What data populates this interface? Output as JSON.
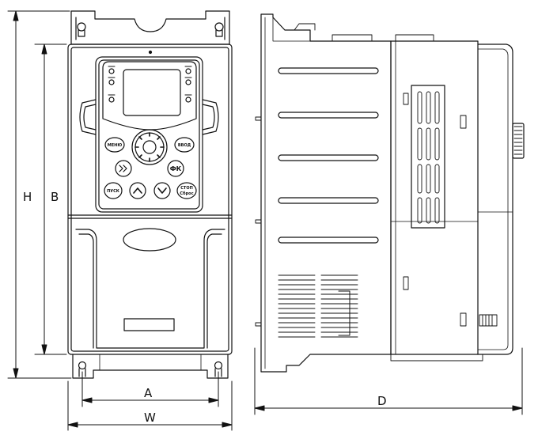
{
  "dimensions": {
    "height_total": "H",
    "height_mount": "B",
    "width_mount": "A",
    "width_total": "W",
    "depth": "D"
  },
  "keypad": {
    "menu_key": "МЕНЮ",
    "enter_key": "ВВОД",
    "fk_key": "ФК",
    "run_key": "ПУСК",
    "stop_key_line1": "СТОП",
    "stop_key_line2": "Сброс"
  },
  "colors": {
    "line": "#111111",
    "background": "#ffffff"
  }
}
